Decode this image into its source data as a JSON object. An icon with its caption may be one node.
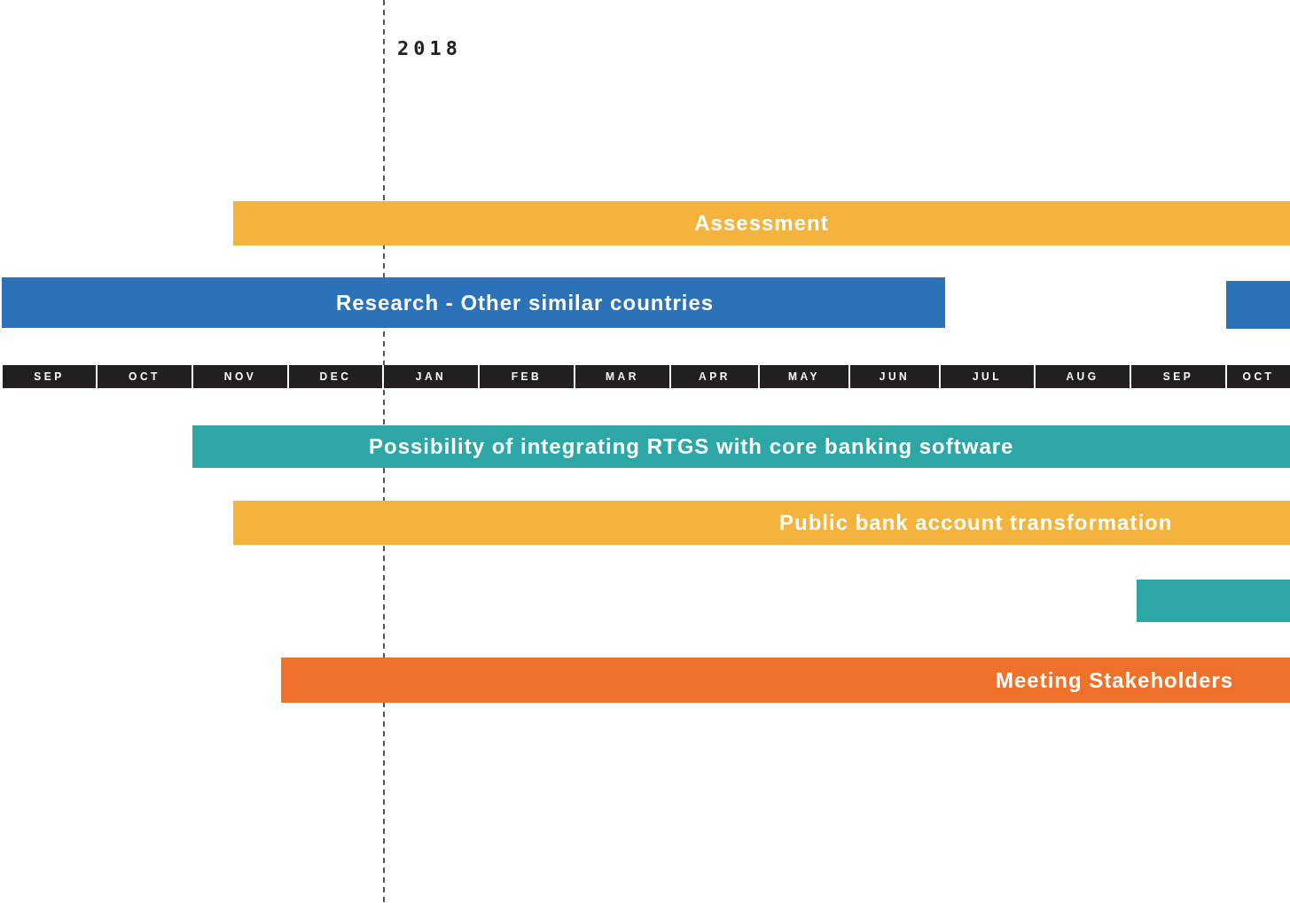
{
  "diagram": {
    "nodes": [
      {
        "text": [
          "Assessment"
        ]
      },
      {
        "text": [
          "Research - Other similar countries"
        ]
      },
      {
        "text": [],
        "shape": "bar"
      },
      {
        "text": [
          "SEP"
        ]
      },
      {
        "text": [
          "OCT"
        ]
      },
      {
        "text": [
          "NOV"
        ]
      },
      {
        "text": [
          "DEC"
        ]
      },
      {
        "text": [
          "JAN"
        ]
      },
      {
        "text": [
          "FEB"
        ]
      },
      {
        "text": [
          "MAR"
        ]
      },
      {
        "text": [
          "APR"
        ]
      },
      {
        "text": [
          "MAY"
        ]
      },
      {
        "text": [
          "JUN"
        ]
      },
      {
        "text": [
          "JUL"
        ]
      },
      {
        "text": [
          "AUG"
        ]
      },
      {
        "text": [
          "SEP"
        ]
      },
      {
        "text": [
          "OCT"
        ]
      },
      {
        "text": [
          "Possibility of integrating RTGS with core banking software"
        ]
      },
      {
        "text": [
          "Public bank account transformation"
        ]
      },
      {
        "text": [],
        "shape": "bar"
      },
      {
        "text": [
          "Meeting Stakeholders"
        ]
      }
    ],
    "labels": [
      "2018"
    ]
  }
}
